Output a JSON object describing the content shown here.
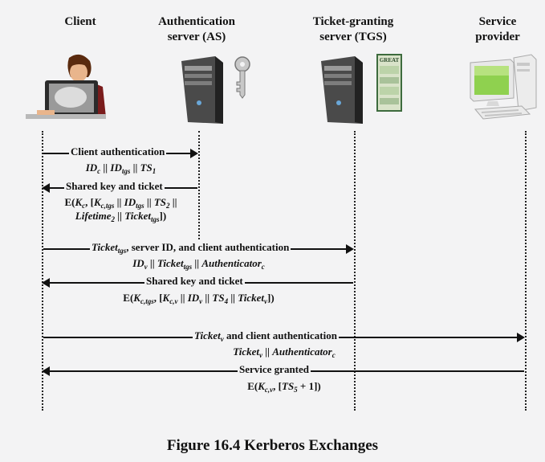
{
  "headers": {
    "client": "Client",
    "as_line1": "Authentication",
    "as_line2": "server (AS)",
    "tgs_line1": "Ticket-granting",
    "tgs_line2": "server (TGS)",
    "sp_line1": "Service",
    "sp_line2": "provider"
  },
  "icons": {
    "ticket_text": "GREAT"
  },
  "messages": {
    "m1_label": "Client authentication",
    "m1_id": "ID",
    "m1_id_sub": "c",
    "m1_sep1": " || ",
    "m1_idtgs": "ID",
    "m1_idtgs_sub": "tgs",
    "m1_sep2": " || ",
    "m1_ts": "TS",
    "m1_ts_sub": "1",
    "m2_label": "Shared key and ticket",
    "m2_e": "E(",
    "m2_k": "K",
    "m2_k_sub": "c",
    "m2_a": ", [",
    "m2_k2": "K",
    "m2_k2_sub": "c,tgs",
    "m2_b": " || ",
    "m2_id": "ID",
    "m2_id_sub": "tgs",
    "m2_c": " || ",
    "m2_ts": "TS",
    "m2_ts_sub": "2",
    "m2_d": " ||",
    "m2_life": "Lifetime",
    "m2_life_sub": "2",
    "m2_e2": " || ",
    "m2_tkt": "Ticket",
    "m2_tkt_sub": "tgs",
    "m2_end": "])",
    "m3_tkt": "Ticket",
    "m3_tkt_sub": "tgs",
    "m3_rest": ", server ID, and client authentication",
    "m3_id": "ID",
    "m3_id_sub": "v",
    "m3_a": " || ",
    "m3_tk": "Ticket",
    "m3_tk_sub": "tgs",
    "m3_b": " || ",
    "m3_auth": "Authenticator",
    "m3_auth_sub": "c",
    "m4_label": "Shared key and ticket",
    "m4_e": "E(",
    "m4_k": "K",
    "m4_k_sub": "c,tgs",
    "m4_a": ", [",
    "m4_k2": "K",
    "m4_k2_sub": "c,v",
    "m4_b": " || ",
    "m4_id": "ID",
    "m4_id_sub": "v",
    "m4_c": " || ",
    "m4_ts": "TS",
    "m4_ts_sub": "4",
    "m4_d": " || ",
    "m4_tkt": "Ticket",
    "m4_tkt_sub": "v",
    "m4_end": "])",
    "m5_tkt": "Ticket",
    "m5_tkt_sub": "v",
    "m5_rest": " and client authentication",
    "m5_tk": "Ticket",
    "m5_tk_sub": "v",
    "m5_a": " || ",
    "m5_auth": "Authenticator",
    "m5_auth_sub": "c",
    "m6_label": "Service granted",
    "m6_e": "E(",
    "m6_k": "K",
    "m6_k_sub": "c,v",
    "m6_a": ", [",
    "m6_ts": "TS",
    "m6_ts_sub": "5",
    "m6_end": " + 1])"
  },
  "caption": "Figure 16.4  Kerberos Exchanges"
}
